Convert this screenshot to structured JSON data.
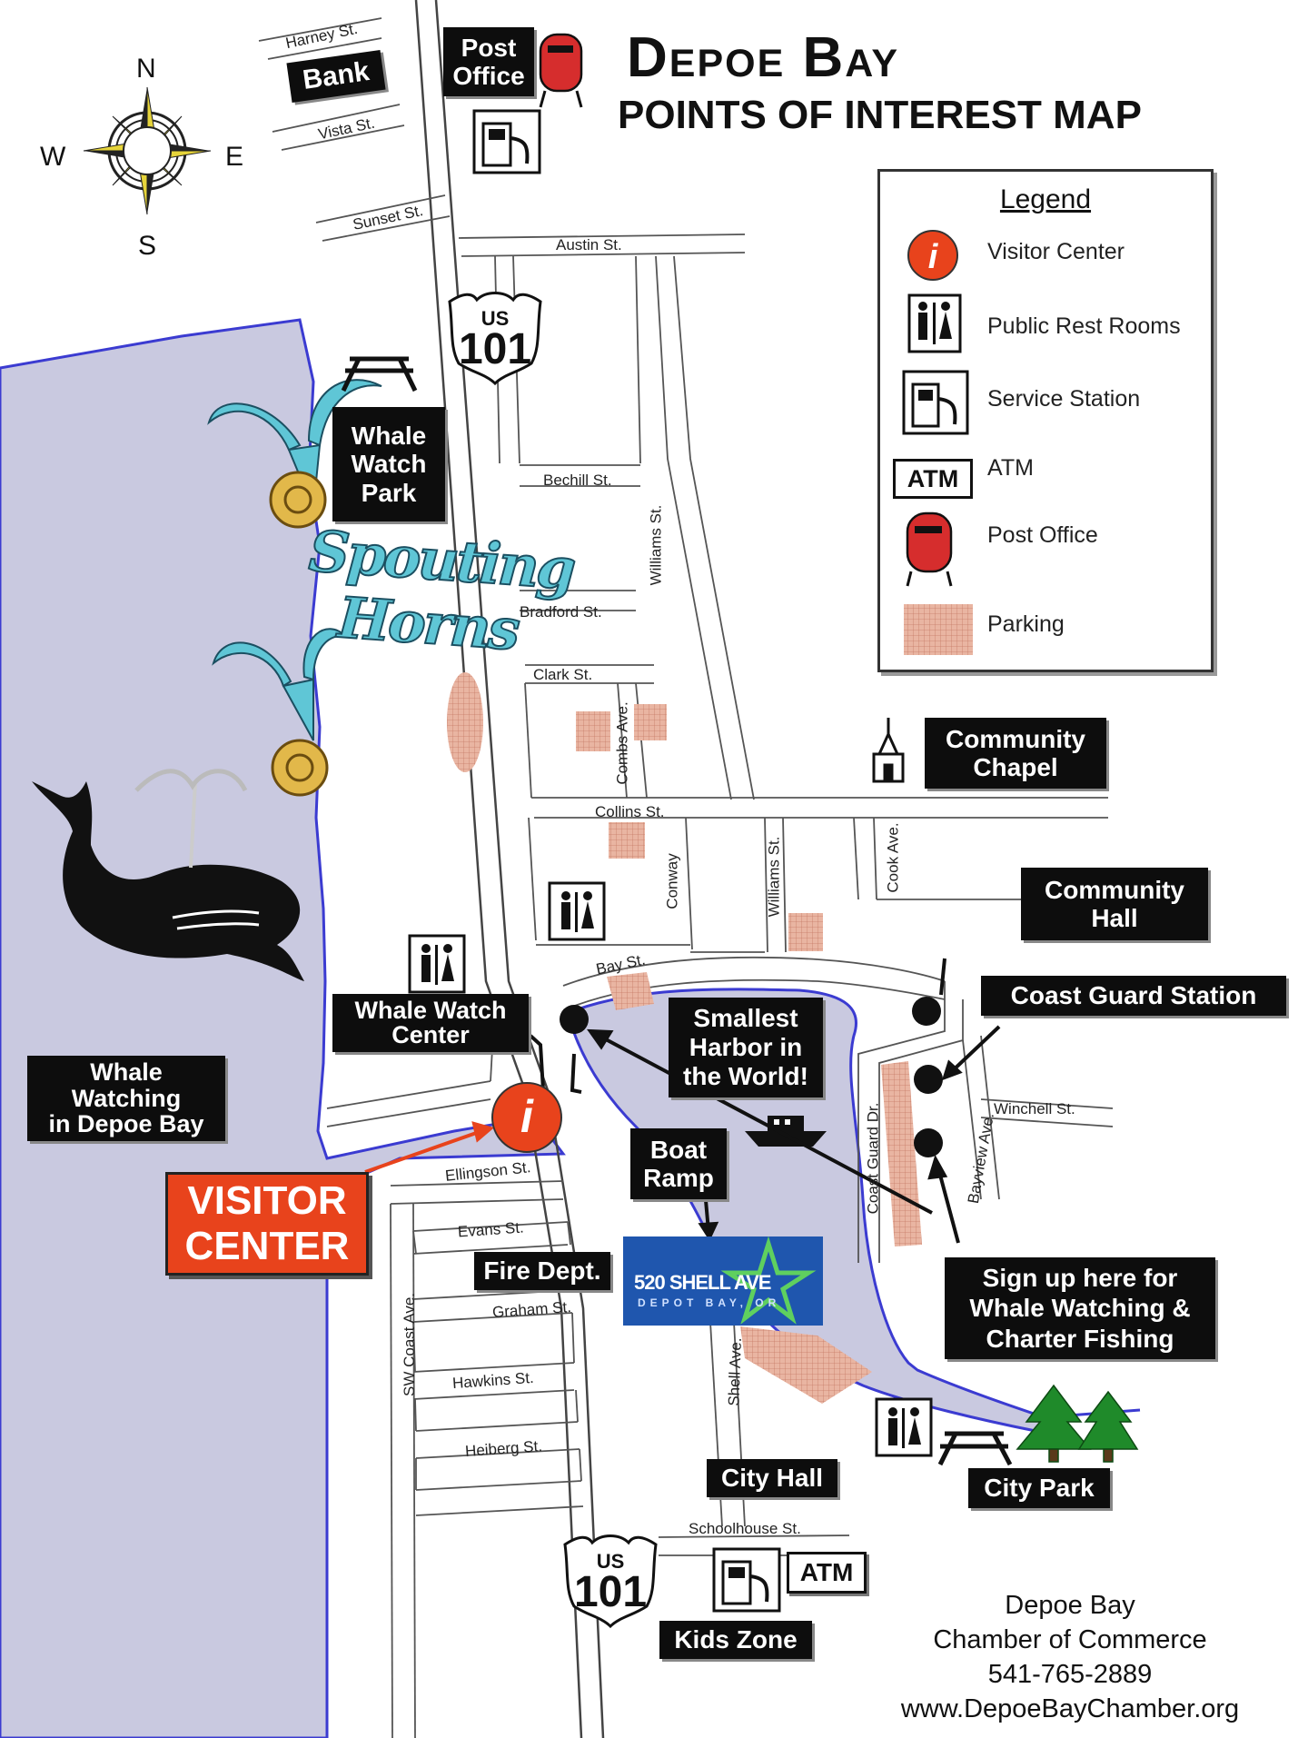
{
  "title": {
    "line1": "Depoe Bay",
    "line2": "POINTS OF INTEREST MAP"
  },
  "compass": {
    "n": "N",
    "s": "S",
    "e": "E",
    "w": "W"
  },
  "highway": {
    "top": {
      "label": "US",
      "number": "101"
    },
    "bottom": {
      "label": "US",
      "number": "101"
    }
  },
  "streets": {
    "harney": "Harney St.",
    "vista": "Vista St.",
    "sunset": "Sunset St.",
    "austin": "Austin St.",
    "bechill": "Bechill St.",
    "bradford": "Bradford St.",
    "clark": "Clark St.",
    "combs": "Combs Ave.",
    "collins": "Collins St.",
    "conway": "Conway",
    "williams_upper": "Williams St.",
    "williams_lower": "Williams St.",
    "cook": "Cook Ave.",
    "bay": "Bay St.",
    "winchell": "Winchell St.",
    "bayview": "Bayview Ave.",
    "coast_guard_dr": "Coast Guard Dr.",
    "ellingson": "Ellingson St.",
    "evans": "Evans St.",
    "graham": "Graham St.",
    "sw_coast": "SW Coast Ave.",
    "hawkins": "Hawkins St.",
    "heiberg": "Heiberg St.",
    "shell": "Shell Ave.",
    "schoolhouse": "Schoolhouse St."
  },
  "labels": {
    "bank": "Bank",
    "post_office": [
      "Post",
      "Office"
    ],
    "whale_watch_park": [
      "Whale",
      "Watch",
      "Park"
    ],
    "spouting_horns": [
      "Spouting",
      "Horns"
    ],
    "community_chapel": [
      "Community",
      "Chapel"
    ],
    "community_hall": [
      "Community",
      "Hall"
    ],
    "coast_guard_station": "Coast Guard Station",
    "whale_watch_center": [
      "Whale Watch",
      "Center"
    ],
    "whale_watching": [
      "Whale",
      "Watching",
      "in Depoe Bay"
    ],
    "smallest_harbor": [
      "Smallest",
      "Harbor in",
      "the World!"
    ],
    "boat_ramp": [
      "Boat",
      "Ramp"
    ],
    "visitor_center": [
      "VISITOR",
      "CENTER"
    ],
    "fire_dept": "Fire Dept.",
    "sign_up": [
      "Sign up here for",
      "Whale Watching &",
      "Charter Fishing"
    ],
    "city_hall": "City Hall",
    "city_park": "City Park",
    "kids_zone": "Kids Zone",
    "atm_map": "ATM",
    "shell_sign": {
      "main": "520 SHELL AVE",
      "sub": "DEPOT BAY, OR"
    }
  },
  "legend": {
    "title": "Legend",
    "items": [
      {
        "label": "Visitor Center",
        "icon": "visitor-center-icon"
      },
      {
        "label": "Public Rest Rooms",
        "icon": "restroom-icon"
      },
      {
        "label": "Service Station",
        "icon": "gas-pump-icon"
      },
      {
        "label": "ATM",
        "icon": "atm-icon"
      },
      {
        "label": "Post Office",
        "icon": "mailbox-icon"
      },
      {
        "label": "Parking",
        "icon": "parking-swatch"
      }
    ]
  },
  "contact": {
    "line1": "Depoe Bay",
    "line2": "Chamber of Commerce",
    "phone": "541-765-2889",
    "website": "www.DepoeBayChamber.org"
  },
  "colors": {
    "water": "#c9c9e0",
    "water_edge": "#3b3bd1",
    "parking": "#e8b09c",
    "visitor_red": "#e8431c",
    "sign_blue": "#1f56ae",
    "sign_star": "#5fd05f",
    "spout": "#5fc6d6",
    "tree": "#1f8a2a"
  }
}
